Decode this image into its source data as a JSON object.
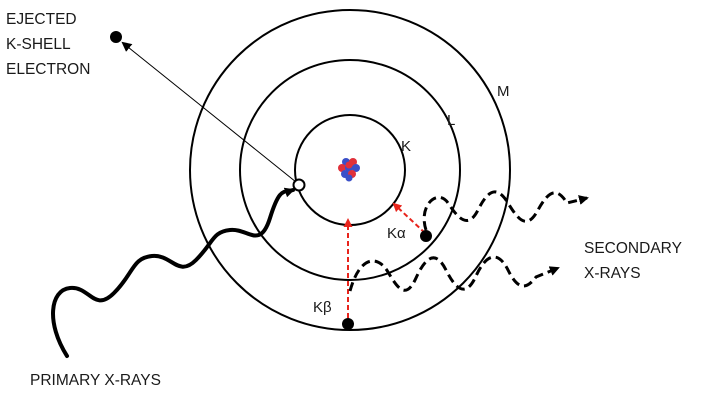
{
  "labels": {
    "ejected": [
      "EJECTED",
      "K-SHELL",
      "ELECTRON"
    ],
    "primary": "PRIMARY X-RAYS",
    "secondary": [
      "SECONDARY",
      "X-RAYS"
    ],
    "shell_k": "K",
    "shell_l": "L",
    "shell_m": "M",
    "k_alpha": "Kα",
    "k_beta": "Kβ"
  },
  "colors": {
    "line": "#000000",
    "transition": "#e8241c",
    "proton": "#e0303a",
    "neutron": "#3a4fc8"
  }
}
